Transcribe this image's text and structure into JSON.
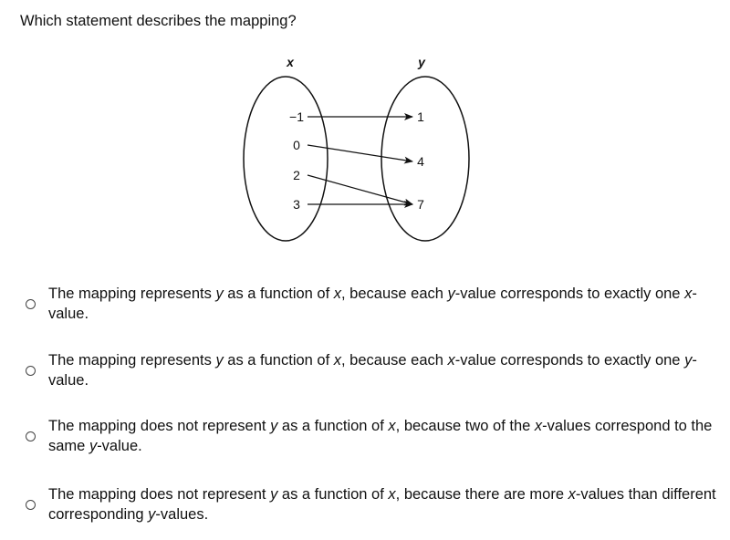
{
  "question": "Which statement describes the mapping?",
  "mapping": {
    "x_label": "x",
    "y_label": "y",
    "domain": [
      "−1",
      "0",
      "2",
      "3"
    ],
    "range": [
      "1",
      "4",
      "7"
    ],
    "arrows": [
      {
        "from": "−1",
        "to": "1"
      },
      {
        "from": "0",
        "to": "4"
      },
      {
        "from": "2",
        "to": "7"
      },
      {
        "from": "3",
        "to": "7"
      }
    ]
  },
  "choices": [
    {
      "segments": [
        "The mapping represents ",
        "y",
        " as a function of ",
        "x",
        ", because each ",
        "y",
        "-value corresponds to exactly one ",
        "x",
        "-value."
      ]
    },
    {
      "segments": [
        "The mapping represents ",
        "y",
        " as a function of ",
        "x",
        ", because each ",
        "x",
        "-value corresponds to exactly one ",
        "y",
        "-value."
      ]
    },
    {
      "segments": [
        "The mapping does not represent ",
        "y",
        " as a function of ",
        "x",
        ", because two of the ",
        "x",
        "-values correspond to the same ",
        "y",
        "-value."
      ]
    },
    {
      "segments": [
        "The mapping does not represent ",
        "y",
        " as a function of ",
        "x",
        ", because there are more ",
        "x",
        "-values than different corresponding ",
        "y",
        "-values."
      ]
    }
  ]
}
